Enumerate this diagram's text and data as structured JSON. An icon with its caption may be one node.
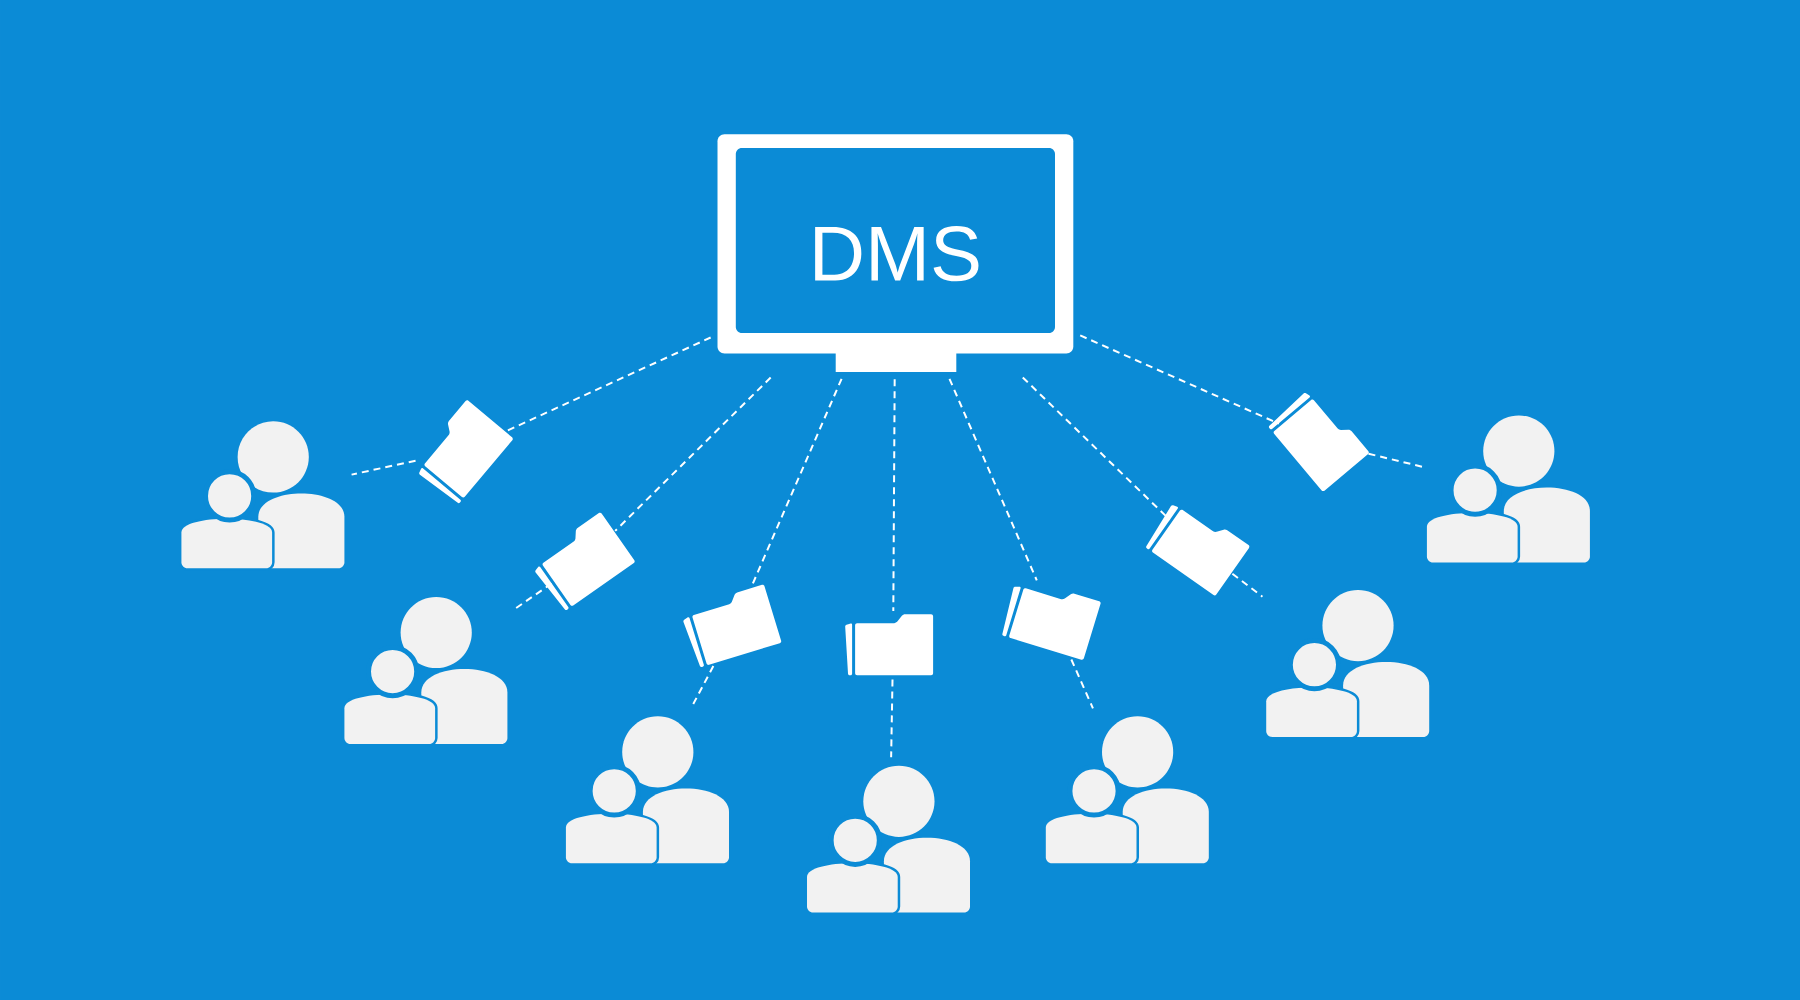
{
  "diagram": {
    "nodes": [
      {
        "text": [
          "DMS"
        ]
      },
      {
        "text": [],
        "shape": "folder"
      },
      {
        "text": [],
        "shape": "folder"
      },
      {
        "text": [],
        "shape": "folder"
      },
      {
        "text": [],
        "shape": "folder"
      },
      {
        "text": [],
        "shape": "folder"
      },
      {
        "text": [],
        "shape": "folder"
      },
      {
        "text": [],
        "shape": "folder"
      },
      {
        "text": [],
        "shape": "person"
      },
      {
        "text": [],
        "shape": "person"
      },
      {
        "text": [],
        "shape": "person"
      },
      {
        "text": [],
        "shape": "person"
      },
      {
        "text": [],
        "shape": "person"
      },
      {
        "text": [],
        "shape": "person"
      },
      {
        "text": [],
        "shape": "person"
      }
    ],
    "edges": [
      {
        "from": 0,
        "to": 1,
        "arrow": "none",
        "style": "dashed"
      },
      {
        "from": 0,
        "to": 2,
        "arrow": "none",
        "style": "dashed"
      },
      {
        "from": 0,
        "to": 3,
        "arrow": "none",
        "style": "dashed"
      },
      {
        "from": 0,
        "to": 4,
        "arrow": "none",
        "style": "dashed"
      },
      {
        "from": 0,
        "to": 5,
        "arrow": "none",
        "style": "dashed"
      },
      {
        "from": 0,
        "to": 6,
        "arrow": "none",
        "style": "dashed"
      },
      {
        "from": 0,
        "to": 7,
        "arrow": "none",
        "style": "dashed"
      },
      {
        "from": 1,
        "to": 8,
        "arrow": "none",
        "style": "dashed"
      },
      {
        "from": 2,
        "to": 9,
        "arrow": "none",
        "style": "dashed"
      },
      {
        "from": 3,
        "to": 10,
        "arrow": "none",
        "style": "dashed"
      },
      {
        "from": 4,
        "to": 11,
        "arrow": "none",
        "style": "dashed"
      },
      {
        "from": 5,
        "to": 12,
        "arrow": "none",
        "style": "dashed"
      },
      {
        "from": 6,
        "to": 13,
        "arrow": "none",
        "style": "dashed"
      },
      {
        "from": 7,
        "to": 14,
        "arrow": "none",
        "style": "dashed"
      }
    ]
  }
}
